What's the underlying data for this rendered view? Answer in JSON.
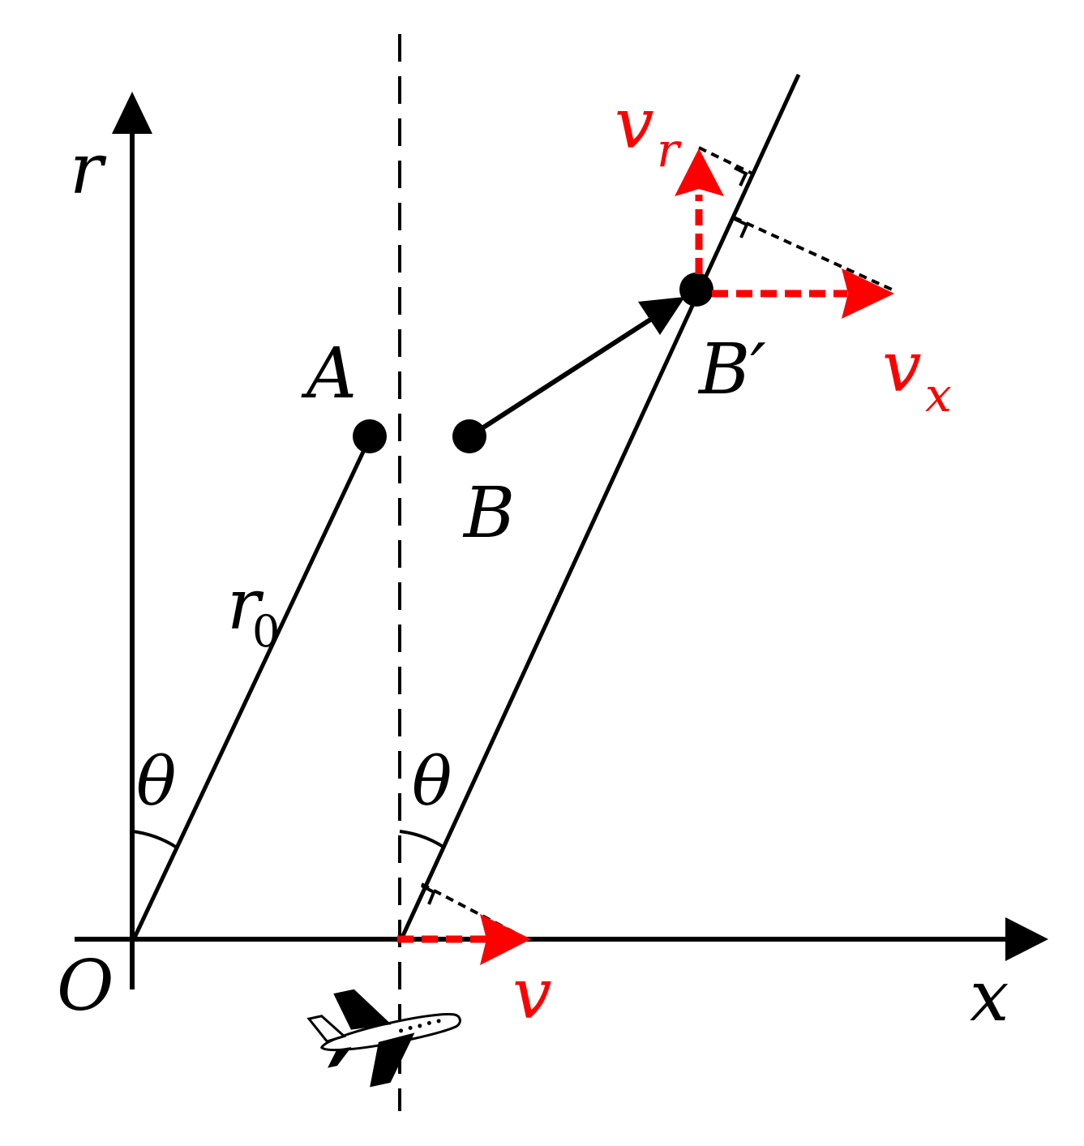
{
  "labels": {
    "r_axis": "r",
    "x_axis": "x",
    "origin": "O",
    "point_a": "A",
    "point_b": "B",
    "point_b_prime": "B′",
    "r0_main": "r",
    "r0_sub": "0",
    "theta_left": "θ",
    "theta_right": "θ",
    "v": "v",
    "vx_main": "v",
    "vx_sub": "x",
    "vr_main": "v",
    "vr_sub": "r"
  },
  "colors": {
    "ink": "#000000",
    "velocity": "#ff0000"
  },
  "icons": {
    "aircraft": "airplane-icon"
  }
}
